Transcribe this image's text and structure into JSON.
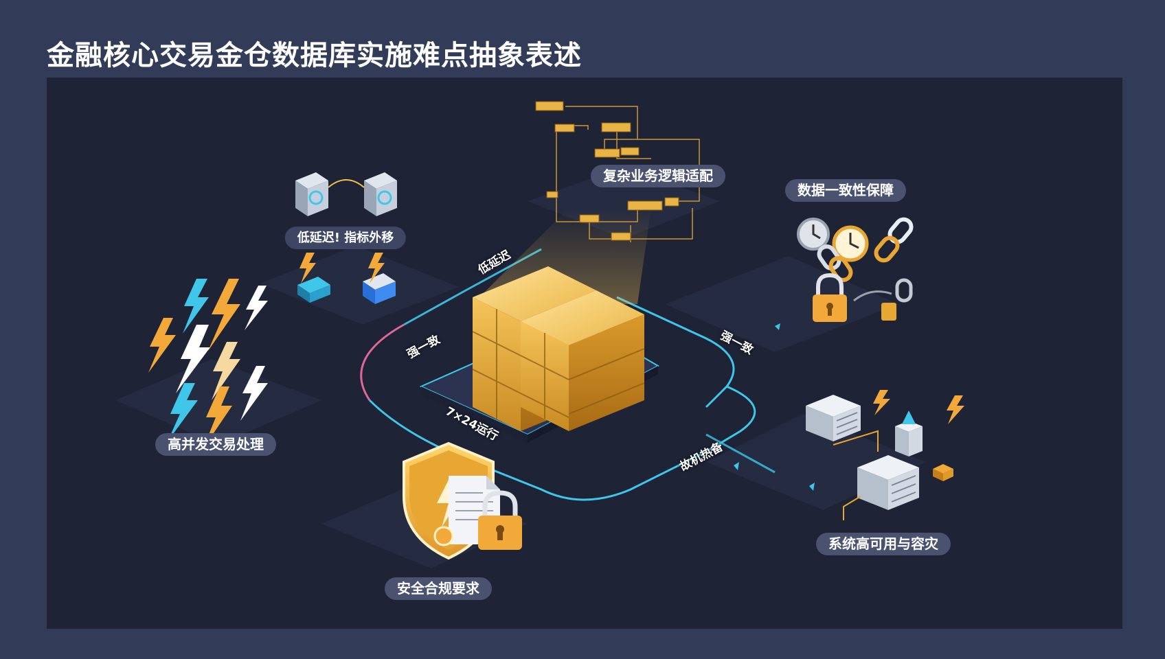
{
  "page": {
    "title": "金融核心交易金仓数据库实施难点抽象表述"
  },
  "labels": {
    "complex_logic": "复杂业务逻辑适配",
    "low_latency_pill": "低延迟! 指标外移",
    "data_consistency": "数据一致性保障",
    "high_concurrency": "高并发交易处理",
    "high_availability": "系统高可用与容灾",
    "security": "安全合规要求"
  },
  "path_labels": {
    "low_latency": "低延迟",
    "strong_consistency": "强一致",
    "consistency_right": "强一致",
    "run_7x24": "7×24运行",
    "hot_standby": "故机热备"
  },
  "colors": {
    "background": "#323c58",
    "panel": "#1e2336",
    "gold": "#f2c14e",
    "cyan": "#3fc6e8",
    "pill": "#4a5270",
    "pink": "#e0679a"
  },
  "icons": [
    "database-gold-cube-icon",
    "flowchart-icon",
    "server-chip-icon",
    "lightning-bolt-icon",
    "clock-icon",
    "chain-link-icon",
    "padlock-icon",
    "shield-icon",
    "document-icon",
    "server-rack-icon"
  ]
}
